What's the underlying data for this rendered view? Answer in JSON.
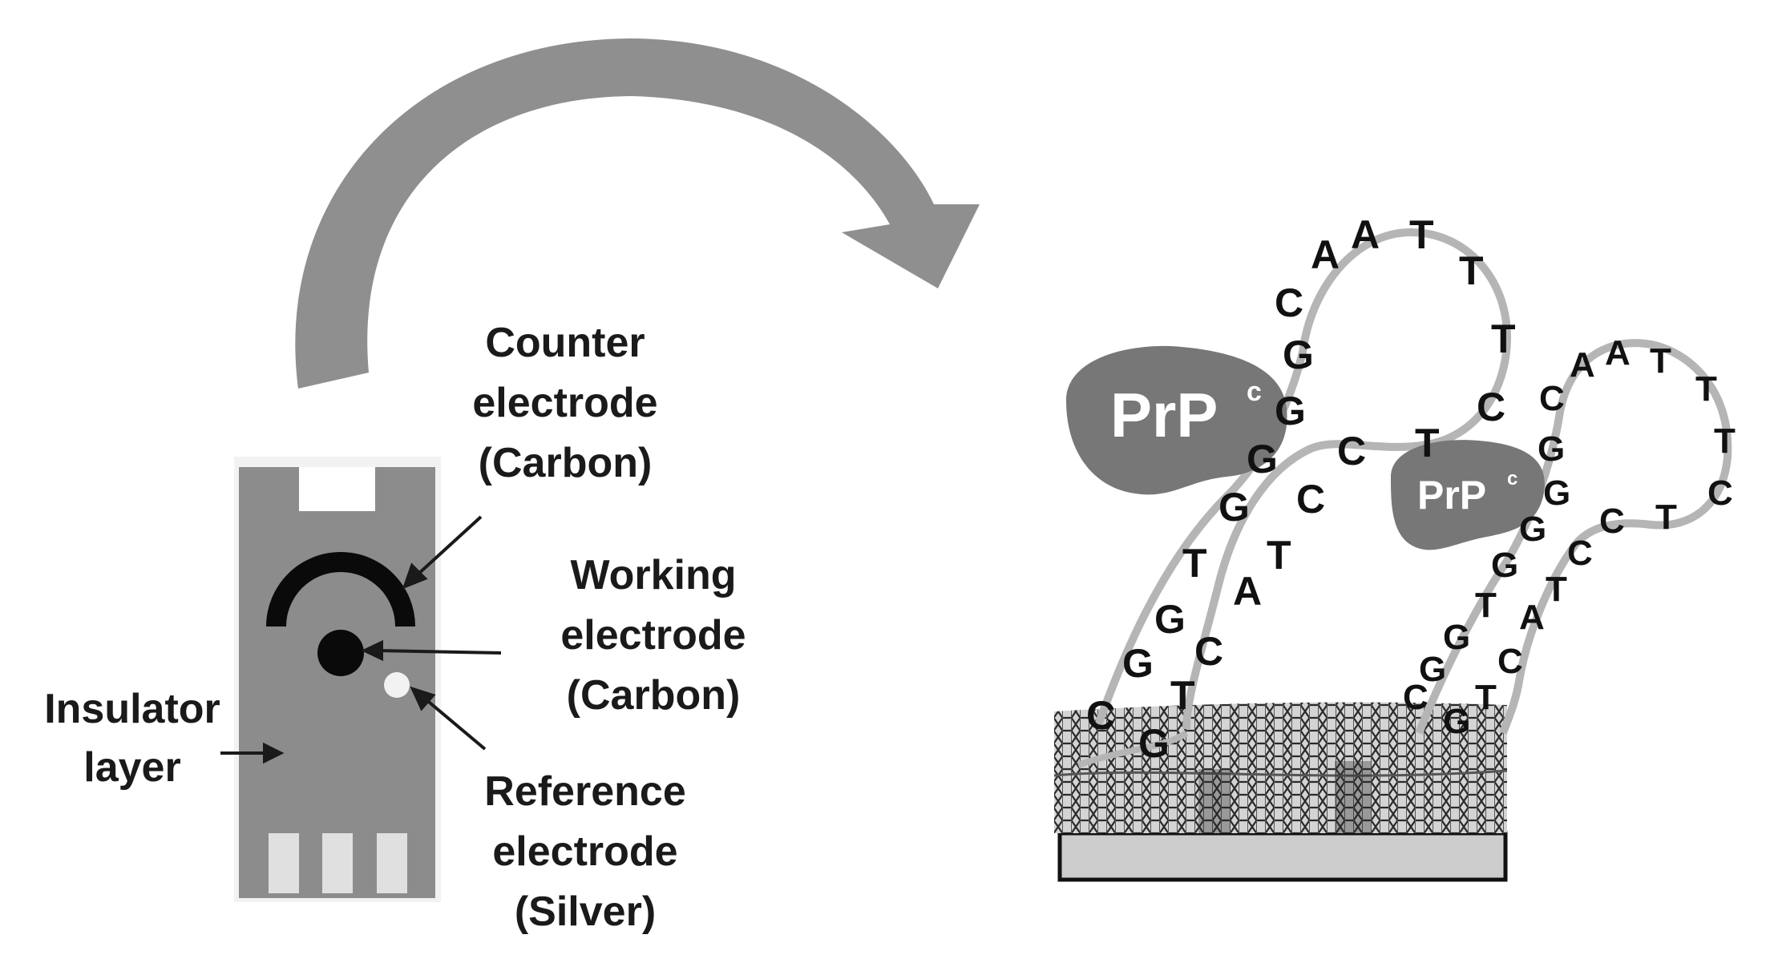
{
  "labels": {
    "counter_l1": "Counter",
    "counter_l2": "electrode",
    "counter_l3": "(Carbon)",
    "working_l1": "Working",
    "working_l2": "electrode",
    "working_l3": "(Carbon)",
    "reference_l1": "Reference",
    "reference_l2": "electrode",
    "reference_l3": "(Silver)",
    "insulator_l1": "Insulator",
    "insulator_l2": "layer"
  },
  "protein": {
    "name": "PrP",
    "superscript": "c"
  },
  "aptamer1": {
    "bases": [
      "C",
      "G",
      "G",
      "T",
      "G",
      "G",
      "G",
      "G",
      "C",
      "A",
      "A",
      "T",
      "T",
      "T",
      "C",
      "T",
      "C",
      "C",
      "T",
      "A",
      "C",
      "T",
      "G"
    ]
  },
  "aptamer2": {
    "bases": [
      "C",
      "G",
      "G",
      "T",
      "G",
      "G",
      "G",
      "G",
      "C",
      "A",
      "A",
      "T",
      "T",
      "T",
      "C",
      "T",
      "C",
      "C",
      "T",
      "A",
      "C",
      "T",
      "G"
    ]
  },
  "colors": {
    "electrode_body": "#8c8c8c",
    "arrow_fill": "#8f8f8f",
    "protein_fill": "#777777",
    "strand": "#b5b5b5",
    "substrate": "#cccccc",
    "contacts": "#e0e0e0"
  }
}
